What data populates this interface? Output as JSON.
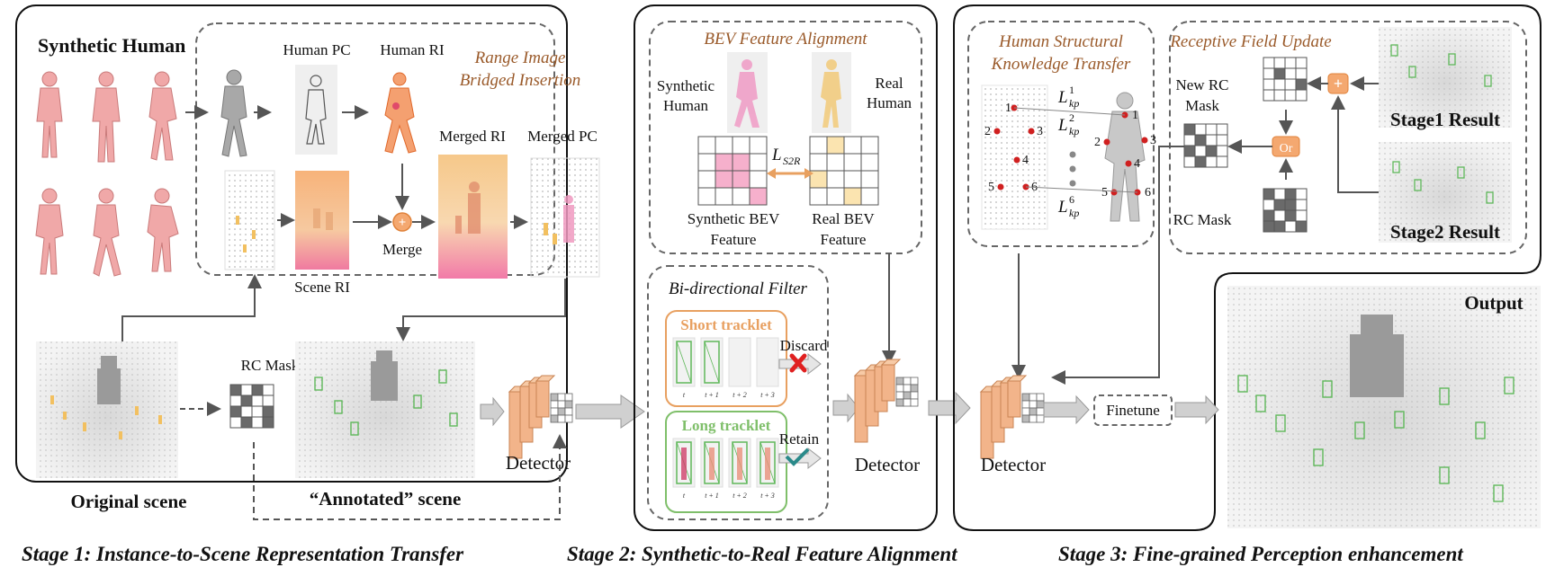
{
  "stage1": {
    "synthetic_human": "Synthetic Human",
    "human_pc": "Human PC",
    "human_ri": "Human RI",
    "bridged_title_line1": "Range Image",
    "bridged_title_line2": "Bridged Insertion",
    "merged_ri": "Merged RI",
    "merged_pc": "Merged PC",
    "merge": "Merge",
    "scene_ri": "Scene RI",
    "rc_mask": "RC Mask",
    "original_scene": "Original scene",
    "annotated_scene": "“Annotated” scene",
    "detector": "Detector",
    "caption": "Stage 1: Instance-to-Scene Representation Transfer"
  },
  "stage2": {
    "bev_title": "BEV Feature Alignment",
    "synthetic_human_line1": "Synthetic",
    "synthetic_human_line2": "Human",
    "real_human_line1": "Real",
    "real_human_line2": "Human",
    "loss_main": "L",
    "loss_sub": "S2R",
    "synthetic_bev_line1": "Synthetic BEV",
    "synthetic_bev_line2": "Feature",
    "real_bev_line1": "Real BEV",
    "real_bev_line2": "Feature",
    "filter_title": "Bi-directional Filter",
    "short_tracklet": "Short tracklet",
    "long_tracklet": "Long tracklet",
    "discard": "Discard",
    "retain": "Retain",
    "frame_labels": [
      "t",
      "t + 1",
      "t + 2",
      "t + 3"
    ],
    "detector": "Detector",
    "caption": "Stage 2: Synthetic-to-Real Feature Alignment"
  },
  "stage3": {
    "hskt_title_line1": "Human Structural",
    "hskt_title_line2": "Knowledge Transfer",
    "kp_main": "L",
    "kp_sub": "kp",
    "kp_sup_top": "1",
    "kp_sup_second": "2",
    "kp_sup_bottom": "6",
    "keypoint_numbers": [
      "1",
      "2",
      "3",
      "4",
      "5",
      "6"
    ],
    "rfu_title": "Receptive Field Update",
    "new_rc_mask_line1": "New RC",
    "new_rc_mask_line2": "Mask",
    "rc_mask": "RC Mask",
    "or_label": "Or",
    "stage1_result": "Stage1 Result",
    "stage2_result": "Stage2 Result",
    "output": "Output",
    "finetune": "Finetune",
    "detector": "Detector",
    "caption": "Stage 3: Fine-grained Perception enhancement"
  },
  "colors": {
    "title_brown": "#9a5a2a",
    "human_pink": "#f0a8a8",
    "human_pink_dark": "#c97a7a",
    "detector_orange": "#f2b48a",
    "detector_orange_dark": "#c98454",
    "box_green": "#5fb85a",
    "short_tracklet_border": "#e8a060",
    "long_tracklet_border": "#7fbf6a",
    "mask_dark": "#6a6a6a",
    "arrow_gray": "#9a9a9a"
  }
}
